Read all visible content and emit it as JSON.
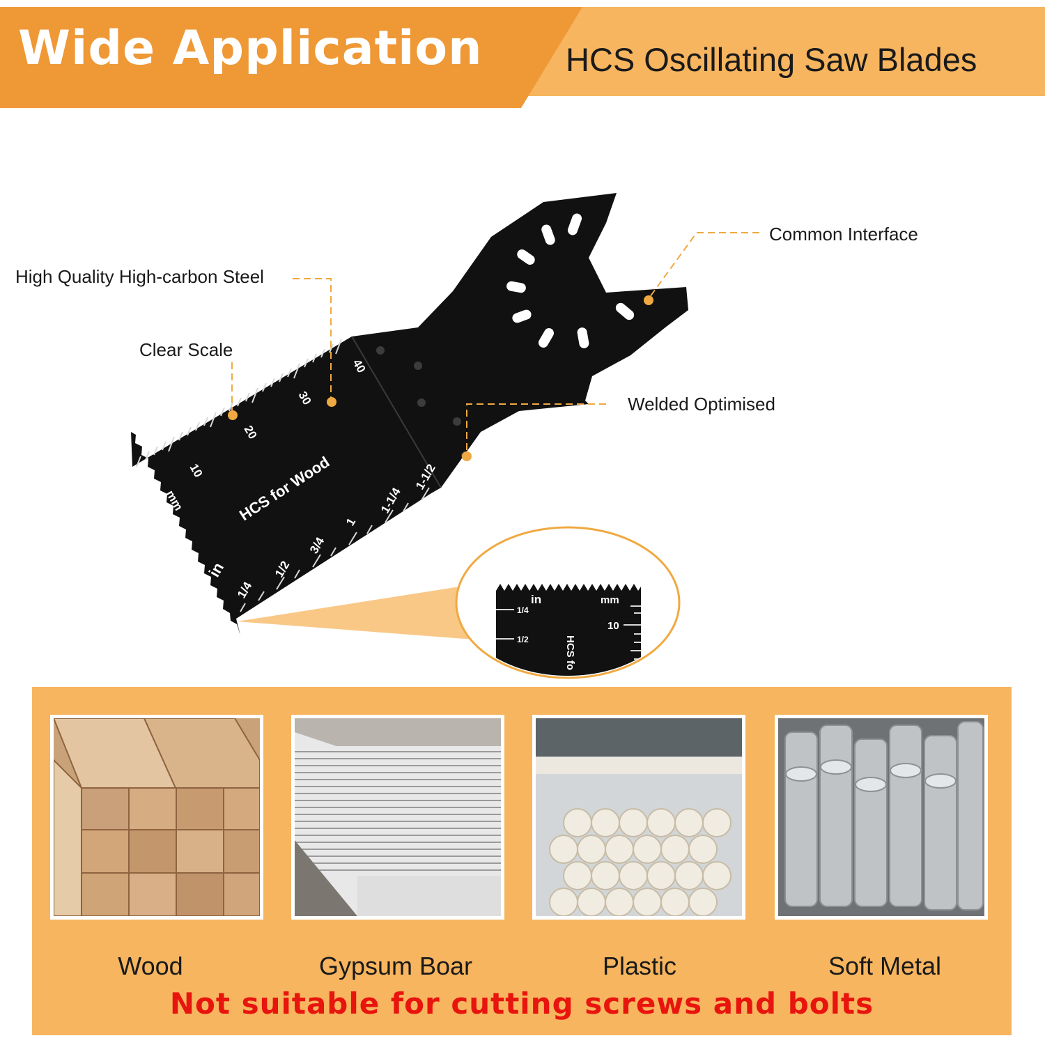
{
  "header": {
    "title": "Wide Application",
    "subtitle": "HCS Oscillating Saw Blades",
    "colors": {
      "left_band": "#ef9836",
      "right_band": "#f7b55f"
    }
  },
  "callouts": {
    "steel": "High Quality High-carbon Steel",
    "scale": "Clear Scale",
    "interface": "Common Interface",
    "welded": "Welded Optimised"
  },
  "blade": {
    "brand_text": "HCS for Wood",
    "unit_mm": "mm",
    "unit_in": "in",
    "mm_marks": [
      "10",
      "20",
      "30",
      "40"
    ],
    "in_marks": [
      "1/4",
      "1/2",
      "3/4",
      "1",
      "1-1/4",
      "1-1/2"
    ],
    "zoom_marks": {
      "in": "in",
      "mm": "mm",
      "mm_value": "10",
      "in_values": [
        "1/4",
        "1/2"
      ],
      "text": "HCS fo"
    }
  },
  "materials": {
    "items": [
      {
        "label": "Wood",
        "image": "wood-stack"
      },
      {
        "label": "Gypsum Boar",
        "image": "gypsum-boards"
      },
      {
        "label": "Plastic",
        "image": "plastic-pipes"
      },
      {
        "label": "Soft Metal",
        "image": "metal-ducts"
      }
    ],
    "warning": "Not suitable for cutting screws and bolts",
    "colors": {
      "panel": "#f7b55f",
      "warning": "#e8140e"
    }
  }
}
